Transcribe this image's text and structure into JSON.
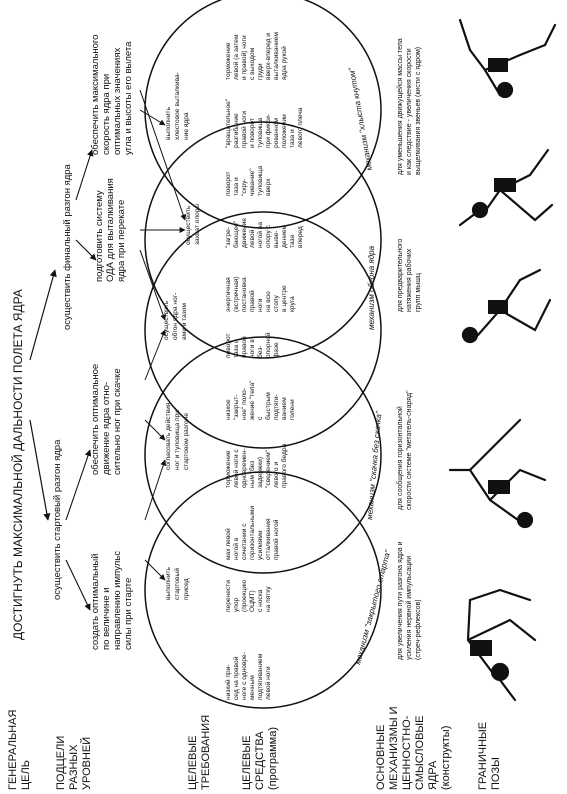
{
  "labels": {
    "general": [
      "ГЕНЕРАЛЬНАЯ",
      "ЦЕЛЬ"
    ],
    "subgoals": [
      "ПОДЦЕЛИ",
      "РАЗНЫХ",
      "УРОВНЕЙ"
    ],
    "requirements": [
      "ЦЕЛЕВЫЕ",
      "ТРЕБОВАНИЯ"
    ],
    "means": [
      "ЦЕЛЕВЫЕ",
      "СРЕДСТВА",
      "(программа)"
    ],
    "mechanisms": [
      "ОСНОВНЫЕ",
      "МЕХАНИЗМЫ И",
      "ЦЕННОСТНО-",
      "СМЫСЛОВЫЕ",
      "ЯДРА",
      "(конструкты)"
    ],
    "poses": [
      "ГРАНИЧНЫЕ",
      "ПОЗЫ"
    ]
  },
  "goal": "ДОСТИГНУТЬ МАКСИМАЛЬНОЙ ДАЛЬНОСТИ ПОЛЕТА ЯДРА",
  "subgoals_level1": {
    "start": "осуществить стартовый разгон ядра",
    "final": "осуществить финальный разгон ядра"
  },
  "subgoals_level2": [
    [
      "создать оптимальный",
      "по величине и",
      "направлению импульс",
      "силы при старте"
    ],
    [
      "обеспечить оптимальное",
      "движение ядра отно-",
      "сительно ног при скачке"
    ],
    [
      "подготовить систему",
      "ОДА для выталкивания",
      "ядра при перекате"
    ],
    [
      "обеспечить максимального",
      "скорость ядра при",
      "оптимальных значениях",
      "угла и высоты его вылета"
    ]
  ],
  "requirements": [
    [
      "выполнить",
      "стартовый",
      "присед"
    ],
    [
      "согласовать действия",
      "ног и туловища при",
      "стартовом разгоне"
    ],
    [
      "осуществить",
      "обгон ядра ног-",
      "ами и тазом"
    ],
    [
      "осуществить",
      "захват опоры"
    ],
    [
      "выполнить",
      "хлестовое выталкива-",
      "ние ядра"
    ]
  ],
  "means": [
    [
      "низкий при-",
      "сед на правой",
      "ноге с одновре-",
      "менным",
      "подтягиванием",
      "левой ноги"
    ],
    [
      "перенести",
      "упор",
      "(проекцию",
      "ОЦМТ)",
      "с носка",
      "на пятку"
    ],
    [
      "мах левой",
      "ногой в",
      "сочетании с",
      "горизонтальными",
      "усилиями",
      "отталкивания",
      "правой ногой"
    ],
    [
      "торможение",
      "левой ноги с",
      "одновремен-",
      "ным (без",
      "задержки)",
      "\"сведением\"",
      "левого и",
      "правого бедра"
    ],
    [
      "низкое",
      "\"закрыт-",
      "ное\" поло-",
      "жение \"тела\"",
      "с",
      "быстрым",
      "подтяги-",
      "ванием",
      "голени"
    ],
    [
      "поворот",
      "таза и",
      "правой",
      "ноги в",
      "без-",
      "опорной",
      "фазе"
    ],
    [
      "энергичная",
      "(встречная)",
      "постановка",
      "правой",
      "ноги",
      "на всю",
      "стопу",
      "в центре",
      "круга"
    ],
    [
      "\"загре-",
      "бающее\"",
      "движение",
      "левой",
      "ногой на",
      "опору с",
      "выве-",
      "дением",
      "таза",
      "вперед"
    ],
    [
      "поворот",
      "таза и",
      "\"скру-",
      "чивание\"",
      "туловища",
      "вверх"
    ],
    [
      "\"вращательное\"",
      "разгибание",
      "правой ноги",
      "и поворот",
      "туловища",
      "при фикси-",
      "рованном",
      "положении",
      "таза и",
      "левого плеча"
    ],
    [
      "торможение",
      "левой (а затем",
      "и правой) ноги",
      "с выходом",
      "груди",
      "вверх-вперед и",
      "выталкиванием",
      "ядра рукой"
    ]
  ],
  "mechanisms": [
    "механизм \"закрытого старта\"",
    "механизм \"скачка без скачка\"",
    "механизм обгона ядра",
    "механизм \"хлыста кнутом\""
  ],
  "mechanism_captions": [
    [
      "для увеличения пути разгона ядра и",
      "усиления нервной импульсации",
      "(стреч-рефлексов)"
    ],
    [
      "для сообщения горизонтальной",
      "скорости системе \"метатель-снаряд\""
    ],
    [
      "для предварительного",
      "натяжения рабочих",
      "групп мышц"
    ],
    [
      "для уменьшения движущейся массы тела",
      "и как следствие - увеличения скорости",
      "выщелкивания звеньев (кисти с ядром)"
    ]
  ],
  "figure_icons": [
    "athlete-pose-1",
    "athlete-pose-2",
    "athlete-pose-3",
    "athlete-pose-4",
    "athlete-pose-5"
  ]
}
